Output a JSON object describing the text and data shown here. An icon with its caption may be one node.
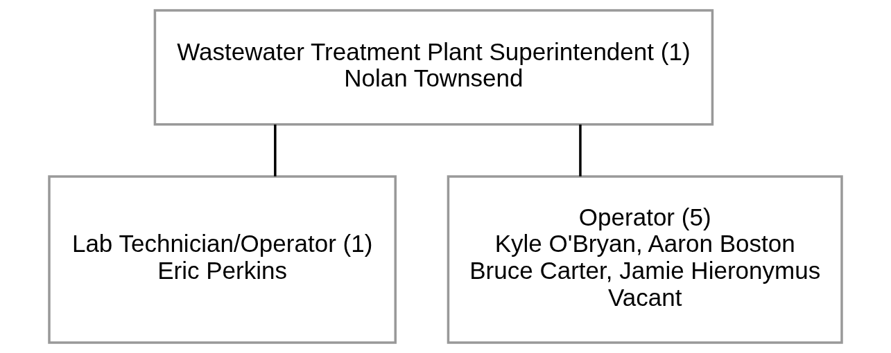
{
  "diagram": {
    "nodes": [
      {
        "text": [
          "Wastewater Treatment Plant Superintendent (1)",
          "Nolan Townsend"
        ]
      },
      {
        "text": [
          "Lab Technician/Operator (1)",
          "Eric Perkins"
        ]
      },
      {
        "text": [
          "Operator (5)",
          "Kyle O'Bryan, Aaron Boston",
          "Bruce Carter, Jamie Hieronymus",
          "Vacant"
        ]
      }
    ],
    "edges": [
      {
        "from": 0,
        "to": 1,
        "arrow": "none"
      },
      {
        "from": 0,
        "to": 2,
        "arrow": "none"
      }
    ]
  }
}
